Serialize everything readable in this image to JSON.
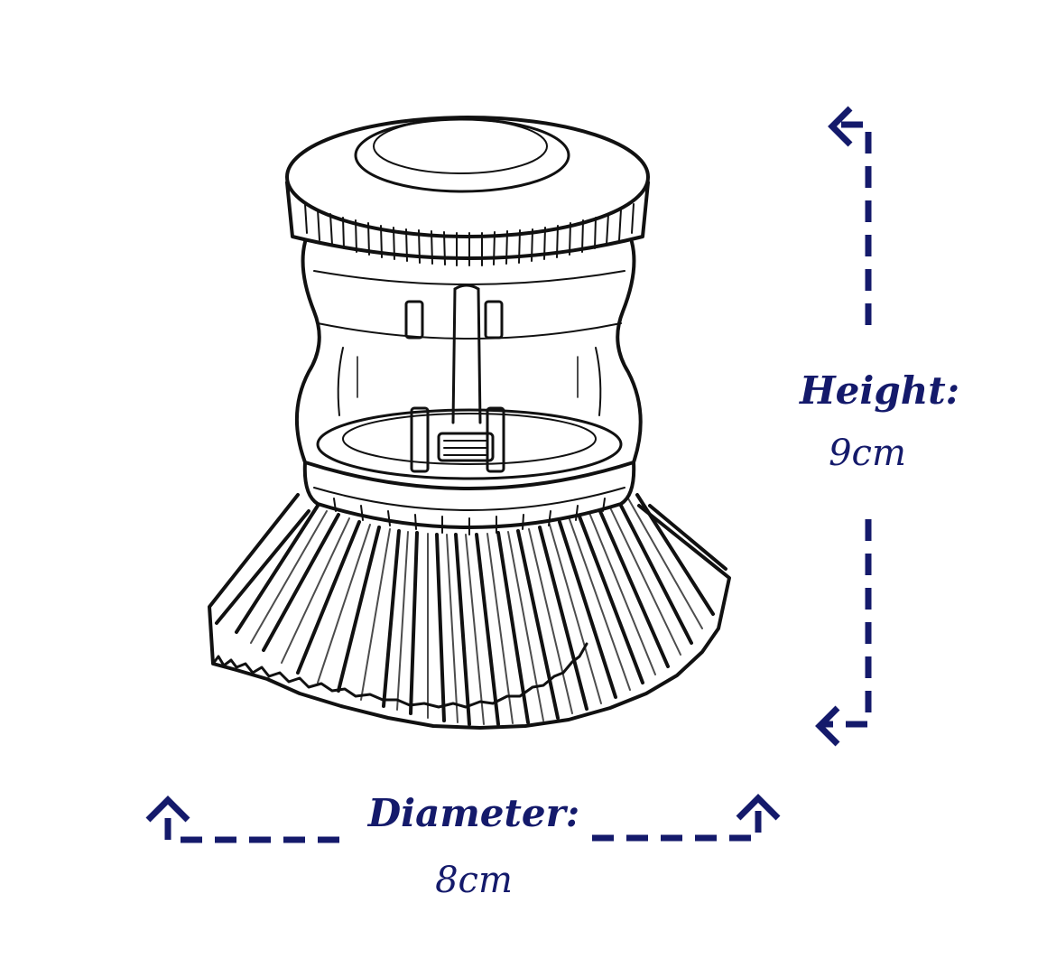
{
  "colors": {
    "ink": "#111111",
    "accent": "#141a6b",
    "background": "#ffffff"
  },
  "icons": {
    "illustration": "pot-brush-icon",
    "height_arrow": "dashed-arrow-icon",
    "diameter_arrow": "dashed-arrow-icon"
  },
  "dimensions": {
    "height": {
      "label": "Height:",
      "value": "9cm"
    },
    "diameter": {
      "label": "Diameter:",
      "value": "8cm"
    }
  }
}
